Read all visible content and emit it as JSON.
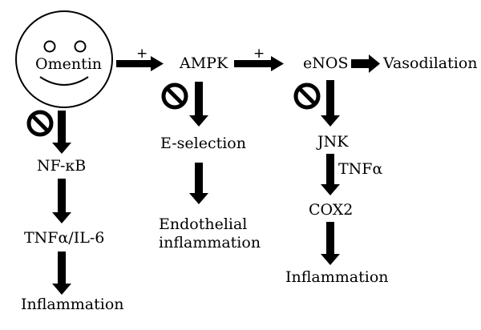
{
  "nodes": {
    "omentin": "Omentin",
    "ampk": "AMPK",
    "enos": "eNOS",
    "vasodilation": "Vasodilation",
    "nfkb": "NF-κB",
    "tnf_il6": "TNFα/IL-6",
    "inflammation_left": "Inflammation",
    "e_selection": "E-selection",
    "endothelial_line1": "Endothelial",
    "endothelial_line2": "inflammation",
    "jnk": "JNK",
    "tnfa_label": "TNFα",
    "cox2": "COX2",
    "inflammation_right": "Inflammation"
  },
  "signs": {
    "omentin_to_ampk": "+",
    "ampk_to_enos": "+"
  },
  "icons": [
    "smiley-face-icon",
    "inhibition-icon"
  ],
  "colors": {
    "ink": "#000000",
    "background": "#ffffff"
  }
}
